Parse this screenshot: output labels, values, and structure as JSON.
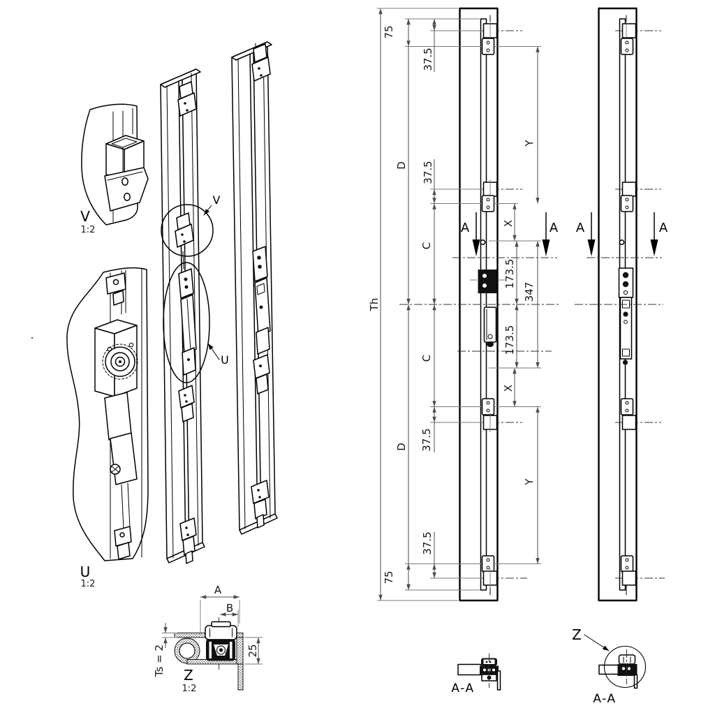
{
  "drawing": {
    "background": "#ffffff",
    "part_line_color": "#000000",
    "dimension_line_color": "#4d4d4d"
  },
  "details": {
    "v": {
      "label": "V",
      "scale": "1:2"
    },
    "u": {
      "label": "U",
      "scale": "1:2"
    },
    "z": {
      "label": "Z",
      "scale": "1:2"
    }
  },
  "callouts": {
    "v": "V",
    "u": "U",
    "z": "Z"
  },
  "section": {
    "arrow_label": "A",
    "cut_label_center": "A-A",
    "cut_label_right": "A-A"
  },
  "dims": {
    "th": "Th",
    "d_top": "D",
    "d_bottom": "D",
    "m75_top": "75",
    "m75_bottom": "75",
    "m375_top": "37.5",
    "m375_upper": "37.5",
    "m375_lower": "37.5",
    "m375_bottom": "37.5",
    "c_upper": "C",
    "c_lower": "C",
    "x_upper": "X",
    "x_lower": "X",
    "y_top": "Y",
    "y_bottom": "Y",
    "m1735_upper": "173.5",
    "m1735_lower": "173.5",
    "m347": "347",
    "a_width": "A",
    "b_width": "B",
    "ts": "Ts = 2",
    "m25": "25"
  }
}
